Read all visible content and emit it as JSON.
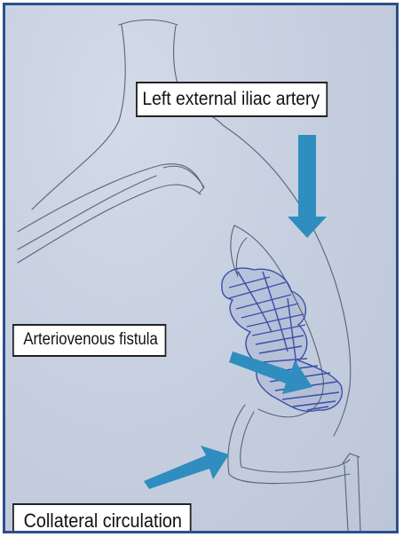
{
  "labels": {
    "iliac_artery": "Left external iliac artery",
    "av_fistula": "Arteriovenous fistula",
    "collateral": "Collateral circulation"
  },
  "colors": {
    "frame": "#2d4e8c",
    "paper": "#c9d2e2",
    "pencil": "#5a6478",
    "ink_blue": "#3a4fa8",
    "arrow": "#2f8dbf"
  }
}
